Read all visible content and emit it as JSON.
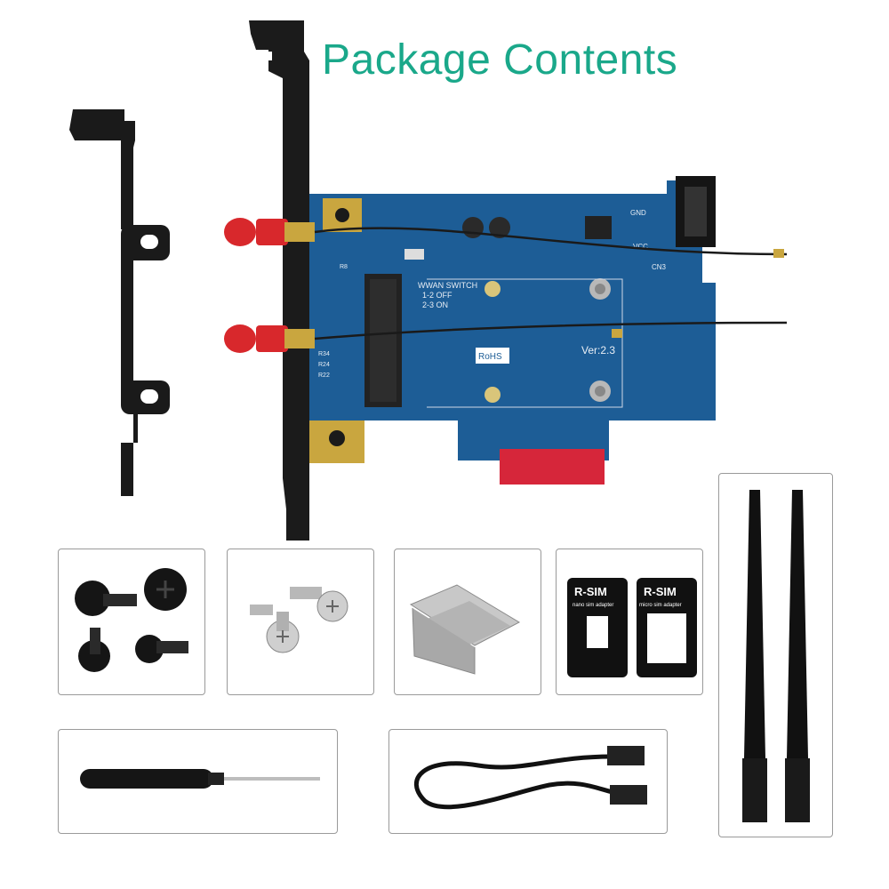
{
  "title": "Package Contents",
  "board": {
    "version_label": "Ver:2.3",
    "rohs_label": "RoHS",
    "switch_title": "WWAN SWITCH",
    "switch_line1": "1-2 OFF",
    "switch_line2": "2-3 ON",
    "pin_gnd": "GND",
    "pin_vcc": "VCC",
    "conn_label": "CN3",
    "ref_r8": "R8",
    "ref_r34": "R34",
    "ref_r24": "R24",
    "ref_r22": "R22"
  },
  "sim_cards": [
    {
      "brand": "R-SIM",
      "caption": "nano sim adapter"
    },
    {
      "brand": "R-SIM",
      "caption": "micro sim adapter"
    }
  ],
  "colors": {
    "title": "#1aa88a",
    "pcb": "#1d5d96",
    "antenna_cap": "#d8282c",
    "bracket": "#1a1a1a"
  }
}
